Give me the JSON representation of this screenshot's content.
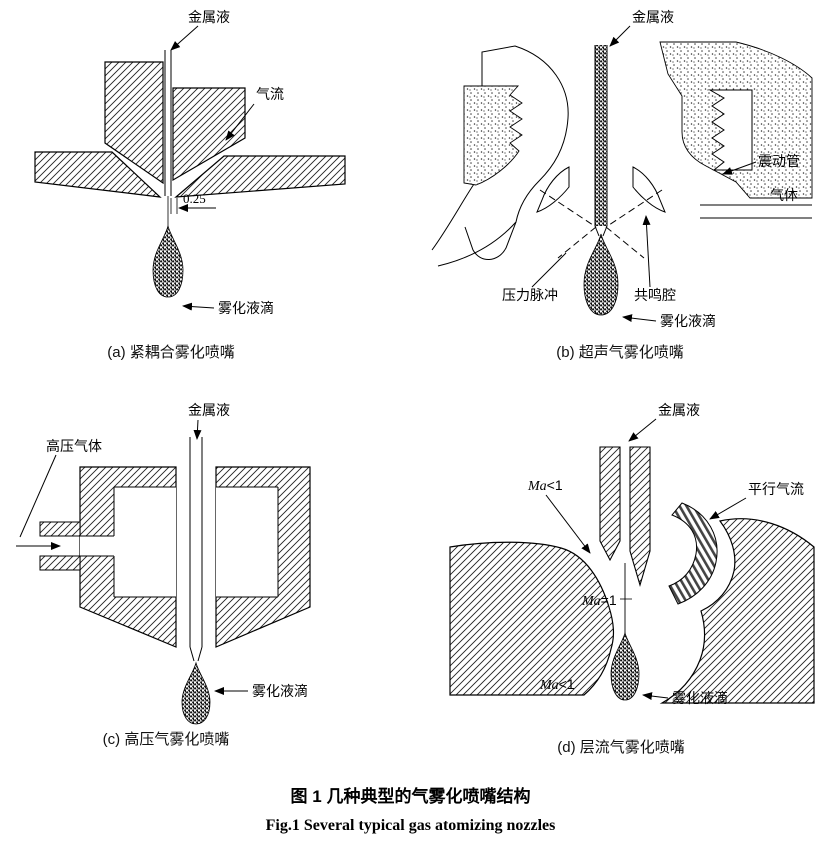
{
  "figure": {
    "caption_zh": "图 1  几种典型的气雾化喷嘴结构",
    "caption_en": "Fig.1  Several typical gas atomizing nozzles"
  },
  "panels": {
    "a": {
      "caption": "(a) 紧耦合雾化喷嘴",
      "labels": {
        "metal": "金属液",
        "gas_flow": "气流",
        "gap": "0.25",
        "droplets": "雾化液滴"
      }
    },
    "b": {
      "caption": "(b) 超声气雾化喷嘴",
      "labels": {
        "metal": "金属液",
        "vibrating_tube": "震动管",
        "gas": "气体",
        "pressure_pulse": "压力脉冲",
        "resonance_cavity": "共鸣腔",
        "droplets": "雾化液滴"
      }
    },
    "c": {
      "caption": "(c) 高压气雾化喷嘴",
      "labels": {
        "metal": "金属液",
        "hp_gas": "高压气体",
        "droplets": "雾化液滴"
      }
    },
    "d": {
      "caption": "(d) 层流气雾化喷嘴",
      "labels": {
        "metal": "金属液",
        "parallel_gas": "平行气流",
        "ma": "Ma",
        "lt1": "<1",
        "eq1": "=1",
        "droplets": "雾化液滴"
      }
    }
  }
}
